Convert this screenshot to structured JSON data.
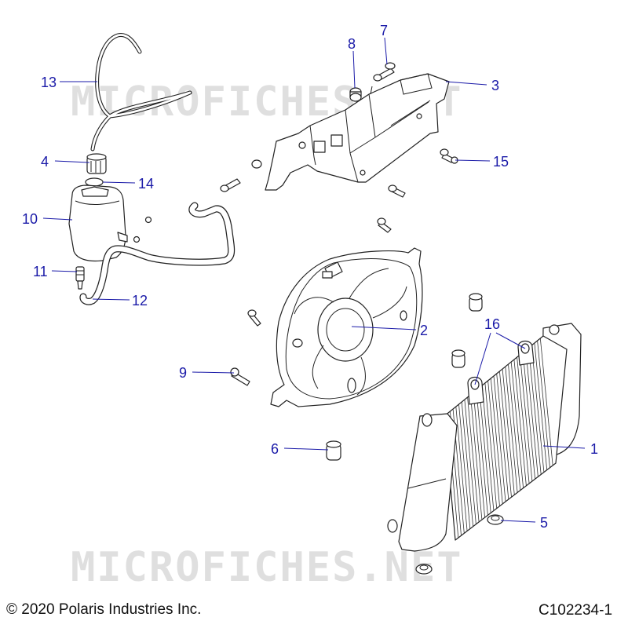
{
  "watermark": {
    "text": "MICROFICHES.NET"
  },
  "footer": {
    "copyright": "© 2020 Polaris Industries Inc.",
    "figure_code": "C102234-1"
  },
  "callouts": [
    {
      "id": "c1",
      "label": "1"
    },
    {
      "id": "c2",
      "label": "2"
    },
    {
      "id": "c3",
      "label": "3"
    },
    {
      "id": "c4",
      "label": "4"
    },
    {
      "id": "c5",
      "label": "5"
    },
    {
      "id": "c6",
      "label": "6"
    },
    {
      "id": "c7",
      "label": "7"
    },
    {
      "id": "c8",
      "label": "8"
    },
    {
      "id": "c9",
      "label": "9"
    },
    {
      "id": "c10",
      "label": "10"
    },
    {
      "id": "c11",
      "label": "11"
    },
    {
      "id": "c12",
      "label": "12"
    },
    {
      "id": "c13",
      "label": "13"
    },
    {
      "id": "c14",
      "label": "14"
    },
    {
      "id": "c15",
      "label": "15"
    },
    {
      "id": "c16",
      "label": "16"
    }
  ]
}
